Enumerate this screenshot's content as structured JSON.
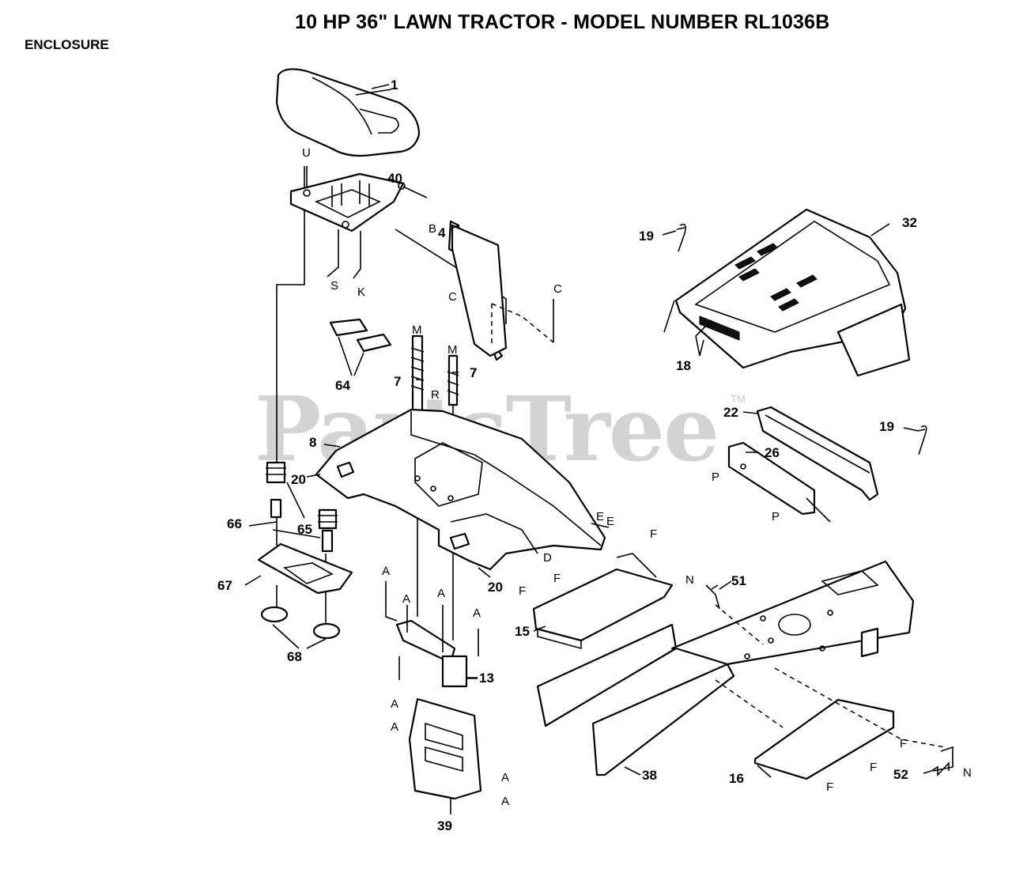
{
  "title": "10 HP 36\" LAWN TRACTOR - MODEL NUMBER RL1036B",
  "section": "ENCLOSURE",
  "watermark": "PartsTree",
  "watermark_tm": "TM",
  "callouts": [
    {
      "id": "1",
      "label": "1"
    },
    {
      "id": "4",
      "label": "4"
    },
    {
      "id": "7a",
      "label": "7"
    },
    {
      "id": "7b",
      "label": "7"
    },
    {
      "id": "8",
      "label": "8"
    },
    {
      "id": "13",
      "label": "13"
    },
    {
      "id": "15",
      "label": "15"
    },
    {
      "id": "16",
      "label": "16"
    },
    {
      "id": "18",
      "label": "18"
    },
    {
      "id": "19a",
      "label": "19"
    },
    {
      "id": "19b",
      "label": "19"
    },
    {
      "id": "20a",
      "label": "20"
    },
    {
      "id": "20b",
      "label": "20"
    },
    {
      "id": "22",
      "label": "22"
    },
    {
      "id": "26",
      "label": "26"
    },
    {
      "id": "32",
      "label": "32"
    },
    {
      "id": "38",
      "label": "38"
    },
    {
      "id": "39",
      "label": "39"
    },
    {
      "id": "40",
      "label": "40"
    },
    {
      "id": "51",
      "label": "51"
    },
    {
      "id": "52",
      "label": "52"
    },
    {
      "id": "64",
      "label": "64"
    },
    {
      "id": "65",
      "label": "65"
    },
    {
      "id": "66",
      "label": "66"
    },
    {
      "id": "67",
      "label": "67"
    },
    {
      "id": "68",
      "label": "68"
    }
  ],
  "reference_letters": [
    {
      "id": "U",
      "label": "U"
    },
    {
      "id": "B",
      "label": "B"
    },
    {
      "id": "S",
      "label": "S"
    },
    {
      "id": "K",
      "label": "K"
    },
    {
      "id": "C1",
      "label": "C"
    },
    {
      "id": "C2",
      "label": "C"
    },
    {
      "id": "M1",
      "label": "M"
    },
    {
      "id": "M2",
      "label": "M"
    },
    {
      "id": "R",
      "label": "R"
    },
    {
      "id": "E1",
      "label": "E"
    },
    {
      "id": "E2",
      "label": "E"
    },
    {
      "id": "D",
      "label": "D"
    },
    {
      "id": "F1",
      "label": "F"
    },
    {
      "id": "F2",
      "label": "F"
    },
    {
      "id": "F3",
      "label": "F"
    },
    {
      "id": "F4",
      "label": "F"
    },
    {
      "id": "F5",
      "label": "F"
    },
    {
      "id": "F6",
      "label": "F"
    },
    {
      "id": "P1",
      "label": "P"
    },
    {
      "id": "P2",
      "label": "P"
    },
    {
      "id": "N1",
      "label": "N"
    },
    {
      "id": "N2",
      "label": "N"
    },
    {
      "id": "A1",
      "label": "A"
    },
    {
      "id": "A2",
      "label": "A"
    },
    {
      "id": "A3",
      "label": "A"
    },
    {
      "id": "A4",
      "label": "A"
    },
    {
      "id": "A5",
      "label": "A"
    },
    {
      "id": "A6",
      "label": "A"
    },
    {
      "id": "A7",
      "label": "A"
    },
    {
      "id": "A8",
      "label": "A"
    }
  ]
}
